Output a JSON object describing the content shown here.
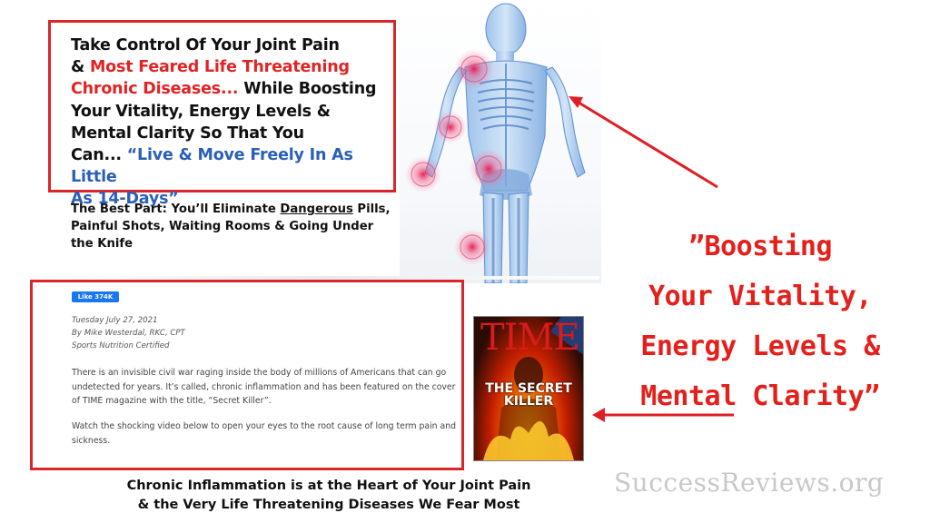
{
  "headline": {
    "line1": "Take Control Of Your Joint Pain",
    "line2_prefix": "& ",
    "line2_red": "Most Feared Life Threatening",
    "line3_red": "Chronic Diseases...",
    "line3_rest": " While Boosting",
    "line4": "Your Vitality, Energy Levels &",
    "line5": "Mental Clarity So That You",
    "line6_prefix": "Can... ",
    "line6_blue": "“Live & Move Freely In As Little",
    "line7_blue": "As 14-Days”"
  },
  "subhead": {
    "prefix": "The Best Part: You’ll Eliminate ",
    "underlined": "Dangerous",
    "suffix": " Pills, Painful Shots, Waiting Rooms & Going Under the Knife"
  },
  "article": {
    "like_label": "Like 374K",
    "date": "Tuesday July 27, 2021",
    "author": "By Mike Westerdal, RKC, CPT",
    "certification": "Sports Nutrition Certified",
    "paragraph1": "There is an invisible civil war raging inside the body of millions of Americans that can go undetected for years. It’s called, chronic inflammation and has been featured on the cover of TIME magazine with the title, “Secret Killer”.",
    "paragraph2": "Watch the shocking video below to open your eyes to the root cause of long term pain and sickness."
  },
  "magazine": {
    "title": "TIME",
    "cover_headline_1": "THE SECRET",
    "cover_headline_2": "KILLER"
  },
  "caption": {
    "line1": "Chronic Inflammation is at the Heart of Your Joint Pain",
    "line2": "& the Very Life Threatening Diseases We Fear Most"
  },
  "quote": {
    "line1": "”Boosting",
    "line2": "Your Vitality,",
    "line3": "Energy Levels &",
    "line4": "Mental Clarity”"
  },
  "watermark": "SuccessReviews.org",
  "colors": {
    "accent_red": "#d9262b",
    "headline_blue": "#2b5fb8",
    "quote_red": "#e3201b",
    "watermark_gray": "#c8c8c8"
  }
}
